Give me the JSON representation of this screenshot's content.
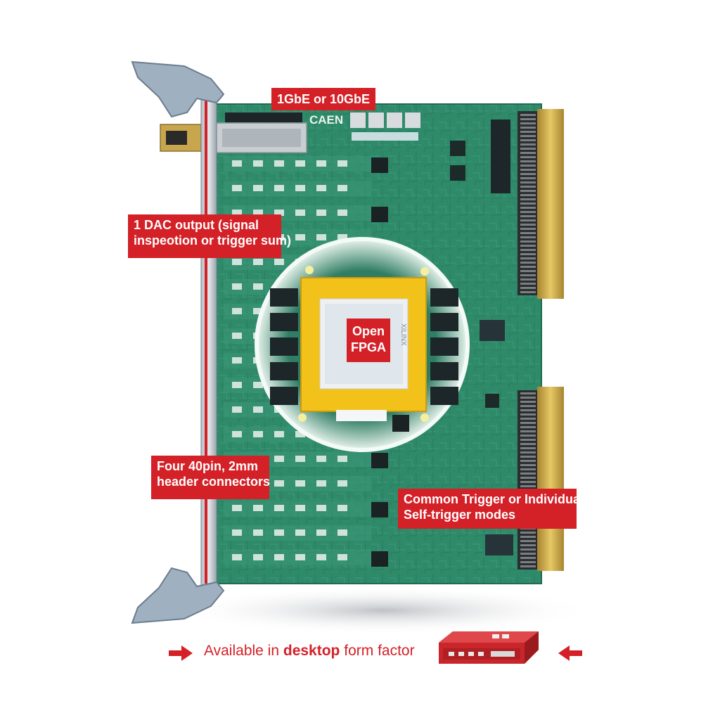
{
  "callouts": {
    "gbe": "1GbE or 10GbE",
    "dac_line1": "1 DAC output (signal",
    "dac_line2": "inspeotion or trigger sum)",
    "header_line1": "Four 40pin, 2mm",
    "header_line2": "header connectors",
    "trigger_line1": "Common Trigger or Individual",
    "trigger_line2": "Self-trigger modes",
    "fpga_line1": "Open",
    "fpga_line2": "FPGA"
  },
  "board": {
    "brand": "CAEN",
    "chip_vendor": "XILINX"
  },
  "footer": {
    "prefix": "Available in",
    "emphasis": "desktop",
    "suffix": "form factor"
  },
  "colors": {
    "accent_red": "#d42027",
    "pcb_green": "#2f8a6a",
    "connector_gold": "#c9a448",
    "handle_gray": "#9fb0c0",
    "chip_yellow": "#f2c21a"
  }
}
